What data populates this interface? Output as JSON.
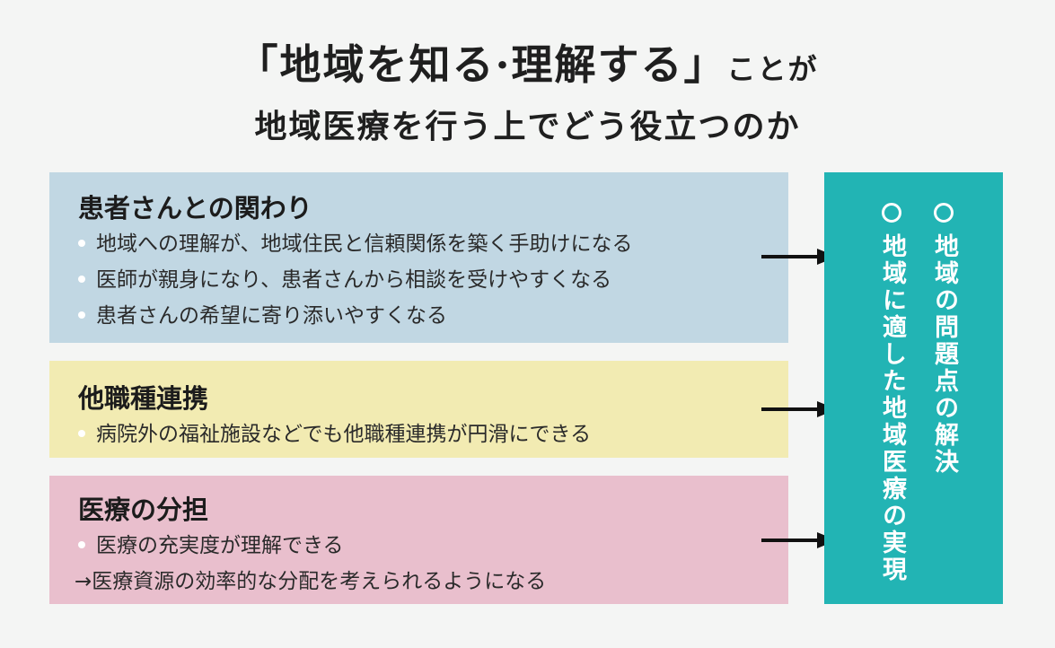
{
  "title": {
    "line1_main": "「地域を知る·理解する」",
    "line1_suffix": "ことが",
    "line2": "地域医療を行う上でどう役立つのか"
  },
  "sections": [
    {
      "heading": "患者さんとの関わり",
      "items": [
        "地域への理解が、地域住民と信頼関係を築く手助けになる",
        "医師が親身になり、患者さんから相談を受けやすくなる",
        "患者さんの希望に寄り添いやすくなる"
      ]
    },
    {
      "heading": "他職種連携",
      "items": [
        "病院外の福祉施設などでも他職種連携が円滑にできる"
      ]
    },
    {
      "heading": "医療の分担",
      "items": [
        "医療の充実度が理解できる"
      ],
      "continuation": "→医療資源の効率的な分配を考えられるようになる"
    }
  ],
  "outcomes": [
    "地域の問題点の解決",
    "地域に適した地域医療の実現"
  ],
  "colors": {
    "blue_box": "#c1d7e3",
    "yellow_box": "#f2ebb2",
    "pink_box": "#e9bfcd",
    "teal_box": "#22b4b4",
    "background": "#f4f5f4"
  }
}
